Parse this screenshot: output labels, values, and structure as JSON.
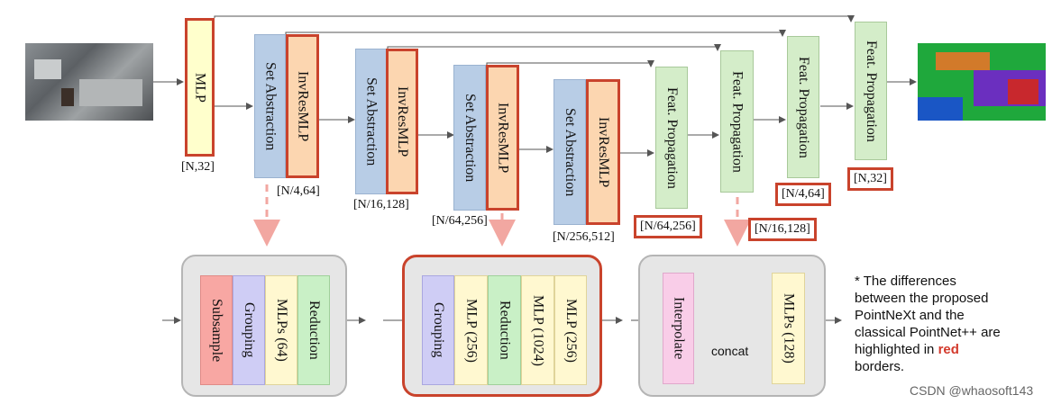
{
  "blocks": {
    "mlp": "MLP",
    "sa1": "Set Abstraction",
    "inv1": "InvResMLP",
    "sa2": "Set Abstraction",
    "inv2": "InvResMLP",
    "sa3": "Set Abstraction",
    "inv3": "InvResMLP",
    "sa4": "Set Abstraction",
    "inv4": "InvResMLP",
    "fp1": "Feat. Propagation",
    "fp2": "Feat. Propagation",
    "fp3": "Feat. Propagation",
    "fp4": "Feat. Propagation"
  },
  "dims": {
    "mlp": "[N,32]",
    "s1": "[N/4,64]",
    "s2": "[N/16,128]",
    "s3": "[N/64,256]",
    "s4": "[N/256,512]",
    "fp1": "[N/64,256]",
    "fp2": "[N/16,128]",
    "fp3": "[N/4,64]",
    "fp4": "[N,32]"
  },
  "panel_sa": [
    "Subsample",
    "Grouping",
    "MLPs (64)",
    "Reduction"
  ],
  "panel_inv": [
    "Grouping",
    "MLP (256)",
    "Reduction",
    "MLP (1024)",
    "MLP (256)"
  ],
  "panel_fp": {
    "interpolate": "Interpolate",
    "concat": "concat",
    "mlps": "MLPs (128)"
  },
  "note": {
    "line1": "* The differences",
    "line2": "between the proposed",
    "line3": "PointNeXt and the",
    "line4": "classical PointNet++ are",
    "line5_pre": "highlighted in ",
    "line5_red": "red",
    "line6": "borders."
  },
  "watermark": "CSDN @whaosoft143",
  "colors": {
    "highlight_border": "#c9432c",
    "set_abstraction": "#b8cde6",
    "invresmlp": "#fcd6b0",
    "mlp": "#ffffcc",
    "feat_propagation": "#d4edc9",
    "subsample": "#f8a7a3",
    "grouping": "#cfcdf5",
    "mlps": "#fff8d0",
    "reduction": "#c9f0c6",
    "interpolate": "#f9cde8"
  }
}
